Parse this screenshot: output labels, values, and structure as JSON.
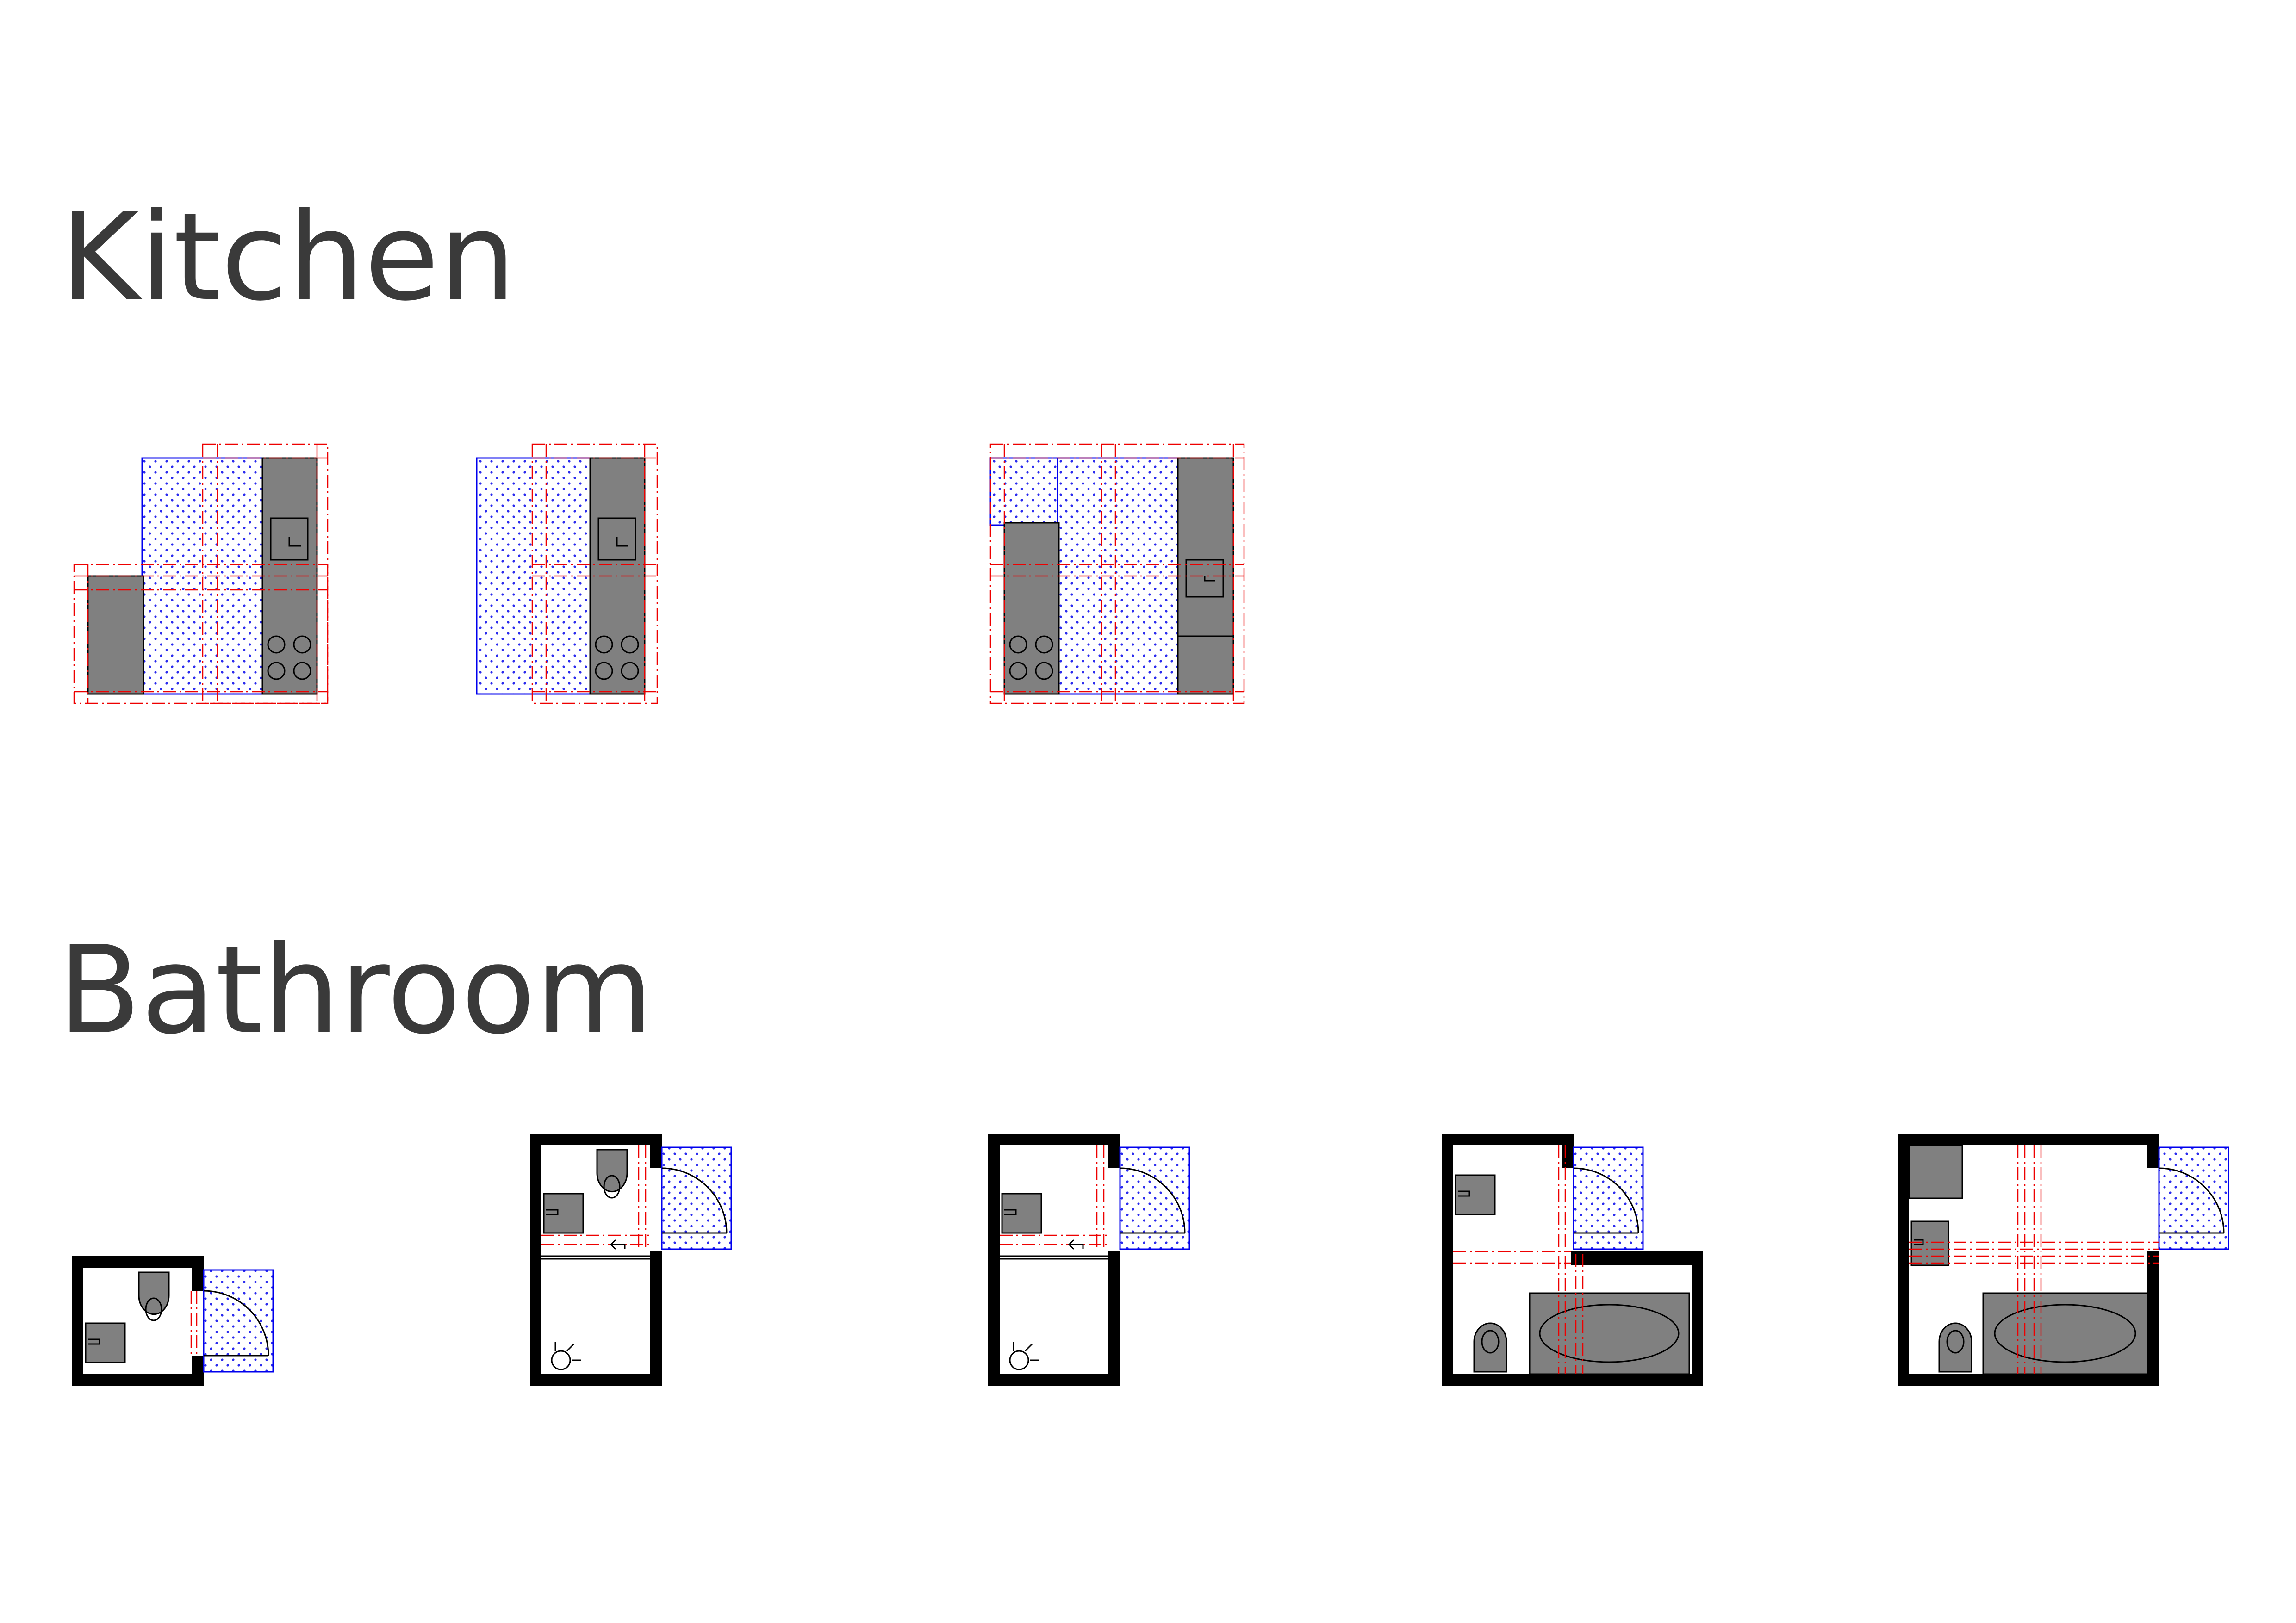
{
  "sections": {
    "kitchen": {
      "title": "Kitchen"
    },
    "bathroom": {
      "title": "Bathroom"
    }
  },
  "kitchen_plans": [
    {
      "id": "kitchen-l-shape",
      "layout": "L-shaped"
    },
    {
      "id": "kitchen-single-row",
      "layout": "single row"
    },
    {
      "id": "kitchen-double-row",
      "layout": "double row"
    }
  ],
  "bathroom_plans": [
    {
      "id": "bathroom-wc-basin",
      "fixtures": [
        "toilet",
        "basin"
      ]
    },
    {
      "id": "bathroom-wc-basin-shower-a",
      "fixtures": [
        "toilet",
        "basin",
        "shower"
      ]
    },
    {
      "id": "bathroom-basin-shower-b",
      "fixtures": [
        "basin",
        "shower"
      ]
    },
    {
      "id": "bathroom-l-shape-bath",
      "fixtures": [
        "basin",
        "toilet",
        "bathtub"
      ]
    },
    {
      "id": "bathroom-large-bath",
      "fixtures": [
        "cabinet",
        "basin",
        "toilet",
        "bathtub"
      ]
    }
  ],
  "colors": {
    "heading": "#3a3a3a",
    "wall": "#000000",
    "fixture": "#808080",
    "clearance_zone": "#0000ee",
    "axis_lines": "#ee0000"
  },
  "legend_icons": [
    "sink-icon",
    "hob-icon",
    "toilet-icon",
    "basin-icon",
    "bathtub-icon",
    "shower-icon",
    "door-swing-icon"
  ]
}
